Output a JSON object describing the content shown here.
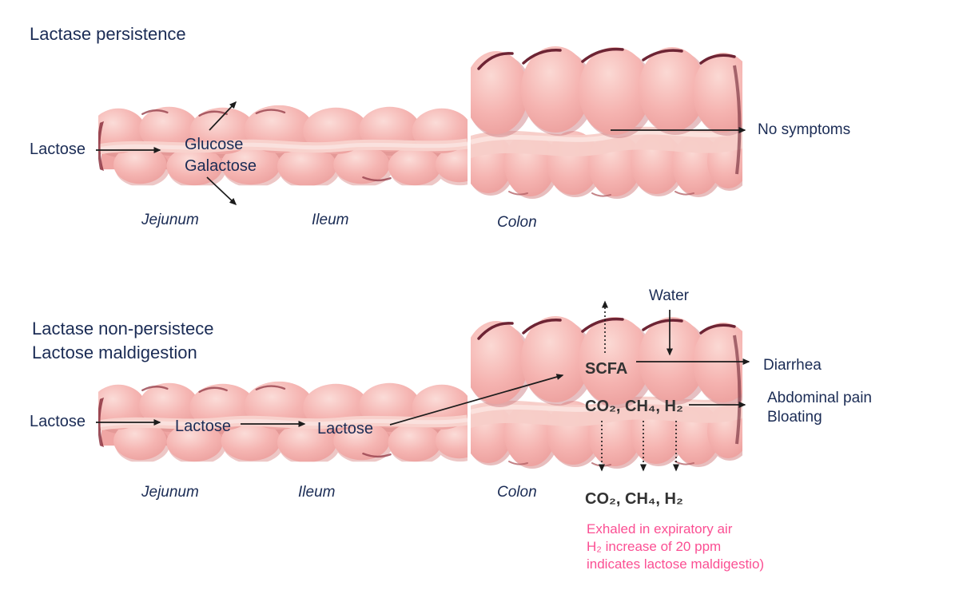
{
  "colors": {
    "heading_navy": "#1b2c55",
    "gas_charcoal": "#333333",
    "note_pink": "#fb4f93",
    "intestine_pink": "#f5b5b2",
    "intestine_shadow": "#d98b89",
    "intestine_maroon": "#6d2434"
  },
  "top": {
    "title": "Lactase persistence",
    "lactose_in": "Lactose",
    "product1": "Glucose",
    "product2": "Galactose",
    "jejunum": "Jejunum",
    "ileum": "Ileum",
    "colon": "Colon",
    "outcome": "No symptoms"
  },
  "bottom": {
    "title1": "Lactase non-persistece",
    "title2": "Lactose maldigestion",
    "lactose_in": "Lactose",
    "lactose_mid": "Lactose",
    "lactose_end": "Lactose",
    "water": "Water",
    "scfa": "SCFA",
    "gases_colon": "CO₂, CH₄, H₂",
    "diarrhea": "Diarrhea",
    "abdominal": "Abdominal pain",
    "bloating": "Bloating",
    "gases_exhaled": "CO₂, CH₄, H₂",
    "jejunum": "Jejunum",
    "ileum": "Ileum",
    "colon": "Colon",
    "note1": "Exhaled in expiratory air",
    "note2": "H₂ increase of 20 ppm",
    "note3": "indicates lactose maldigestio)"
  }
}
